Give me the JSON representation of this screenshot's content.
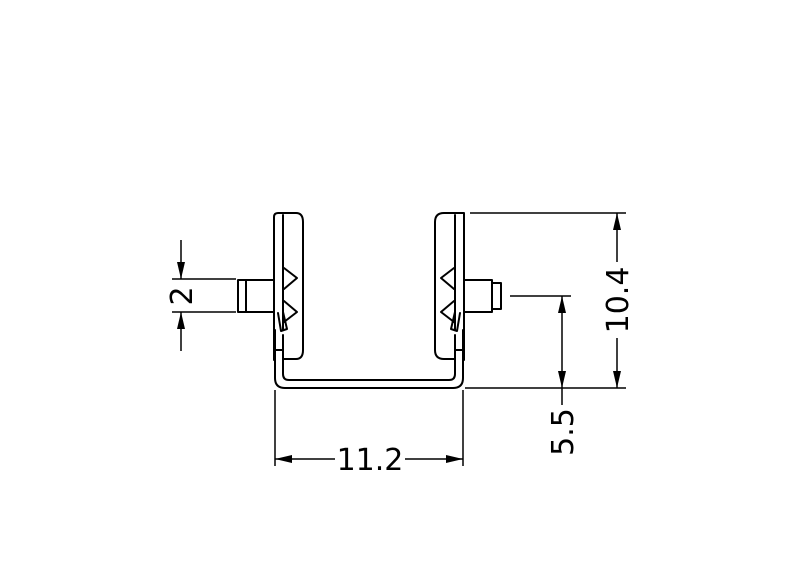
{
  "drawing": {
    "dimensions": {
      "pin_height": "2",
      "overall_width": "11.2",
      "overall_height": "10.4",
      "pin_center_height": "5.5"
    },
    "colors": {
      "line": "#000000",
      "background": "#ffffff"
    }
  }
}
